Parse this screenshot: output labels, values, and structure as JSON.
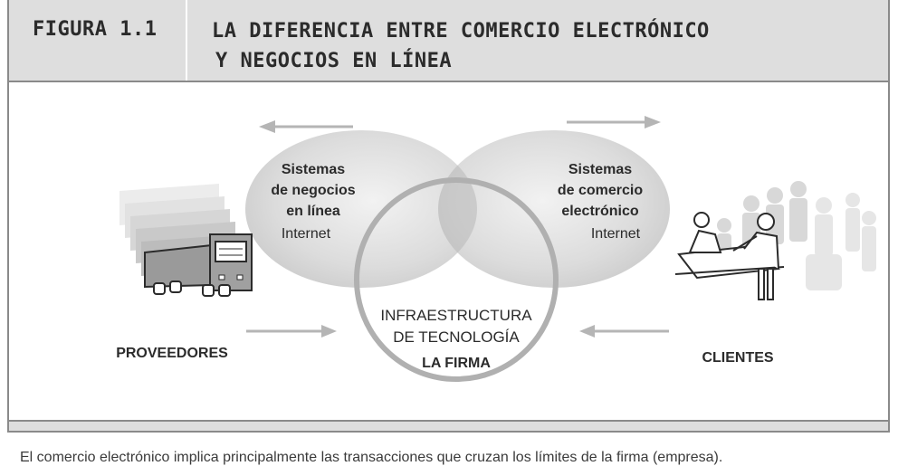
{
  "figure": {
    "label": "FIGURA 1.1",
    "title_line1": "LA DIFERENCIA ENTRE COMERCIO ELECTRÓNICO",
    "title_line2": "Y NEGOCIOS EN LÍNEA"
  },
  "diagram": {
    "left_ellipse": {
      "line1": "Sistemas",
      "line2": "de negocios",
      "line3": "en línea",
      "sub": "Internet"
    },
    "right_ellipse": {
      "line1": "Sistemas",
      "line2": "de comercio",
      "line3": "electrónico",
      "sub": "Internet"
    },
    "center_circle": {
      "line1": "INFRAESTRUCTURA",
      "line2": "DE TECNOLOGÍA",
      "line3": "LA FIRMA"
    },
    "left_label": "PROVEEDORES",
    "right_label": "CLIENTES"
  },
  "caption": "El comercio electrónico implica principalmente las transacciones que cruzan los límites de la firma (empresa)."
}
